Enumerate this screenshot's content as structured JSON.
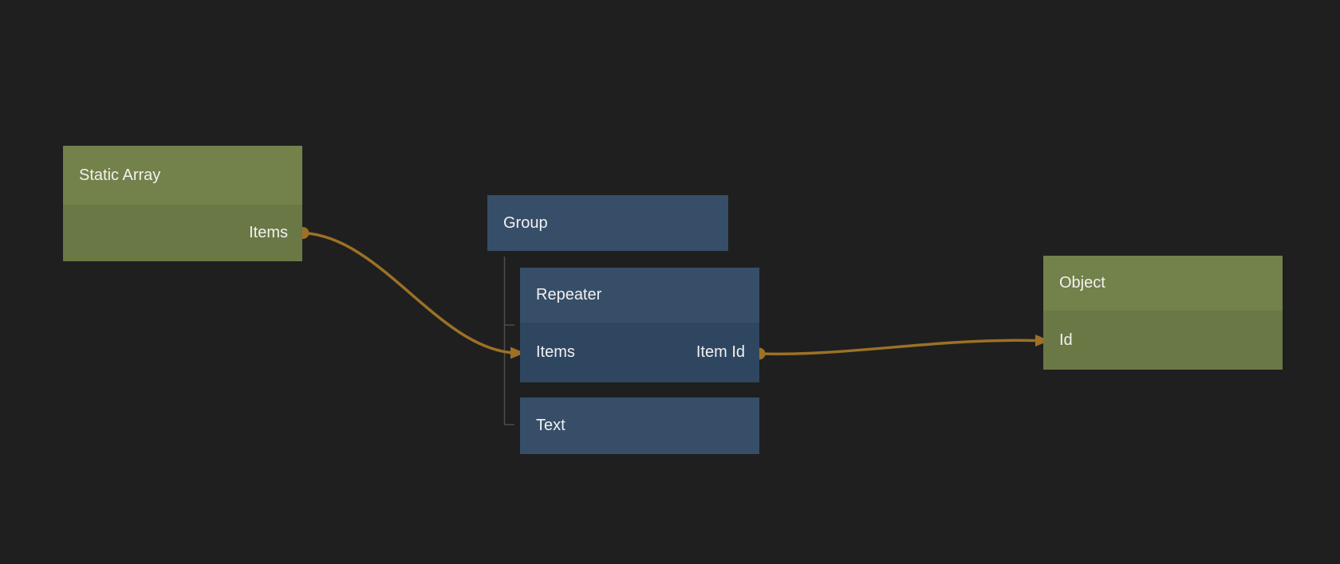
{
  "app": {
    "view": "node-graph-editor",
    "background_color": "#1f1f20"
  },
  "colors": {
    "background": "#1f1f20",
    "node_green_header": "#73814a",
    "node_green_body": "#6a7845",
    "node_blue_header": "#374e69",
    "node_blue_body": "#2f4660",
    "wire_amber": "#9c7126",
    "tree_line_gray": "#4d4d4d",
    "label_text": "#f1f1f1"
  },
  "nodes": [
    {
      "id": "static-array",
      "title": "Static Array",
      "color_scheme": "green",
      "ports": [
        {
          "label": "Items",
          "direction": "output"
        }
      ]
    },
    {
      "id": "group",
      "title": "Group",
      "color_scheme": "blue",
      "ports": []
    },
    {
      "id": "repeater",
      "title": "Repeater",
      "color_scheme": "blue",
      "parent": "Group",
      "ports": [
        {
          "label": "Items",
          "direction": "input"
        },
        {
          "label": "Item Id",
          "direction": "output"
        }
      ]
    },
    {
      "id": "text",
      "title": "Text",
      "color_scheme": "blue",
      "parent": "Group",
      "ports": []
    },
    {
      "id": "object",
      "title": "Object",
      "color_scheme": "green",
      "ports": [
        {
          "label": "Id",
          "direction": "input"
        }
      ]
    }
  ],
  "connections": [
    {
      "from": "Static Array / Items",
      "to": "Repeater / Items",
      "color": "#9c7126"
    },
    {
      "from": "Repeater / Item Id",
      "to": "Object / Id",
      "color": "#9c7126"
    }
  ]
}
